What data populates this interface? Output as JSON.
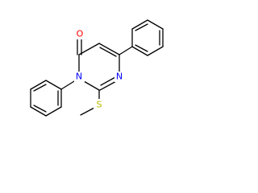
{
  "molecule": {
    "atoms": {
      "oxygen": {
        "symbol": "O",
        "color": "#ff0000"
      },
      "n3": {
        "symbol": "N",
        "color": "#0000ff"
      },
      "n1": {
        "symbol": "N",
        "color": "#0000ff"
      },
      "sulfur": {
        "symbol": "S",
        "color": "#b8b800"
      }
    },
    "bond_color": "#000000"
  }
}
